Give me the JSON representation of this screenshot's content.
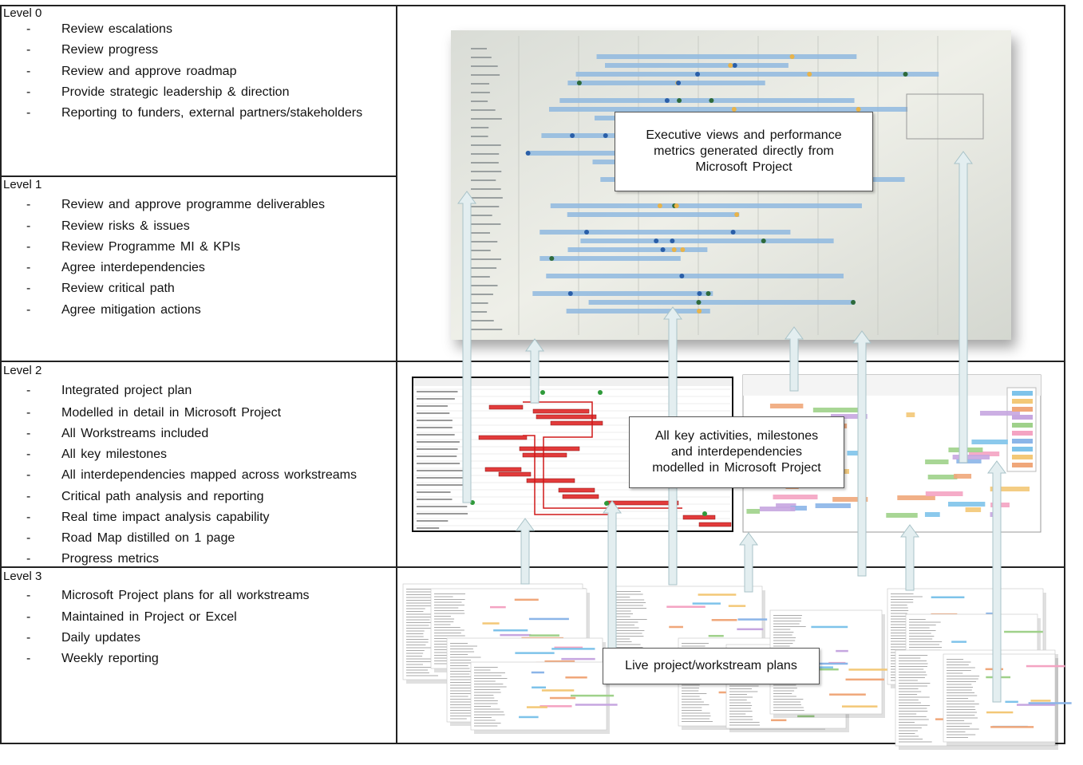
{
  "levels": [
    {
      "title": "Level  0",
      "items": [
        "Review  escalations",
        "Review  progress",
        "Review  and  approve  roadmap",
        "Provide  strategic  leadership  &  direction",
        "Reporting  to  funders,  external  partners/stakeholders"
      ]
    },
    {
      "title": "Level  1",
      "items": [
        "Review  and  approve  programme  deliverables",
        "Review  risks  &  issues",
        "Review  Programme  MI  &  KPIs",
        "Agree  interdependencies",
        "Review  critical path",
        "Agree mitigation  actions"
      ]
    },
    {
      "title": "Level  2",
      "items": [
        "Integrated  project  plan",
        "Modelled  in detail  in Microsoft Project",
        "All  Workstreams  included",
        "All  key  milestones",
        "All  interdependencies  mapped  across  workstreams",
        "Critical path  analysis  and  reporting",
        "Real  time  impact  analysis  capability",
        "Road  Map  distilled  on  1  page",
        "Progress  metrics"
      ]
    },
    {
      "title": "Level  3",
      "items": [
        "Microsoft  Project  plans  for  all  workstreams",
        "Maintained  in  Project  or  Excel",
        "Daily  updates",
        "Weekly  reporting"
      ]
    }
  ],
  "dash": "-",
  "callouts": {
    "executive": "Executive  views  and  performance\nmetrics  generated  directly  from\nMicrosoft  Project",
    "activities": "All  key  activities,  milestones\nand  interdependencies\nmodelled  in  Microsoft  Project",
    "live": "Live  project/workstream  plans"
  },
  "colors": {
    "arrow": "#e3eef0",
    "arrow_edge": "#a9c3c8",
    "gantt_blue": "#8fb8df",
    "critical_red": "#e02020"
  }
}
